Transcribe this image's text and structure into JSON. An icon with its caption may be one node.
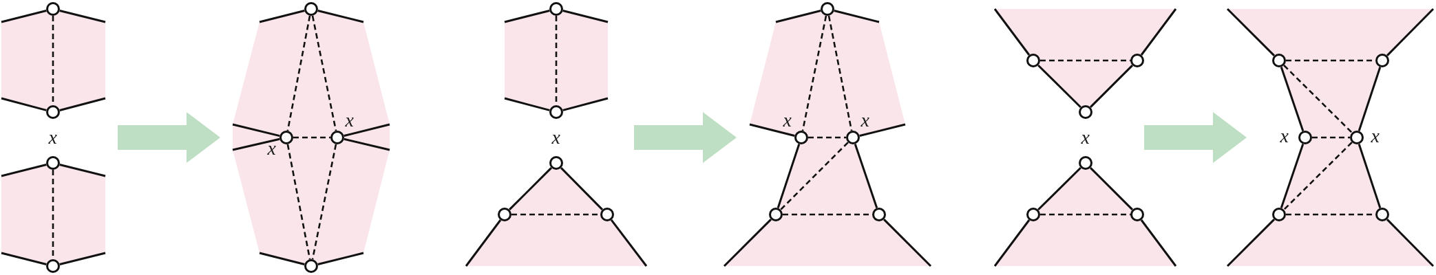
{
  "diagram": {
    "nodes": [
      {
        "text": [],
        "shape": "polygon"
      },
      {
        "text": [],
        "shape": "circle",
        "in": 0
      },
      {
        "text": [],
        "shape": "circle",
        "in": 0
      },
      {
        "text": [],
        "shape": "polygon"
      },
      {
        "text": [],
        "shape": "circle",
        "in": 3
      },
      {
        "text": [],
        "shape": "circle",
        "in": 3
      },
      {
        "text": [],
        "shape": "polygon"
      },
      {
        "text": [],
        "shape": "circle",
        "in": 6
      },
      {
        "text": [],
        "shape": "circle",
        "in": 6,
        "beside": [
          "x"
        ]
      },
      {
        "text": [],
        "shape": "circle",
        "in": 6,
        "beside": [
          "x"
        ]
      },
      {
        "text": [],
        "shape": "circle",
        "in": 6
      },
      {
        "text": [],
        "shape": "polygon"
      },
      {
        "text": [],
        "shape": "circle",
        "in": 11
      },
      {
        "text": [],
        "shape": "circle",
        "in": 11
      },
      {
        "text": [],
        "shape": "polygon"
      },
      {
        "text": [],
        "shape": "circle",
        "in": 14
      },
      {
        "text": [],
        "shape": "circle",
        "in": 14
      },
      {
        "text": [],
        "shape": "circle",
        "in": 14
      },
      {
        "text": [],
        "shape": "polygon"
      },
      {
        "text": [],
        "shape": "circle",
        "in": 18
      },
      {
        "text": [],
        "shape": "circle",
        "in": 18,
        "beside": [
          "x"
        ]
      },
      {
        "text": [],
        "shape": "circle",
        "in": 18,
        "beside": [
          "x"
        ]
      },
      {
        "text": [],
        "shape": "circle",
        "in": 18
      },
      {
        "text": [],
        "shape": "circle",
        "in": 18
      },
      {
        "text": [],
        "shape": "polygon"
      },
      {
        "text": [],
        "shape": "circle",
        "in": 24
      },
      {
        "text": [],
        "shape": "circle",
        "in": 24
      },
      {
        "text": [],
        "shape": "circle",
        "in": 24
      },
      {
        "text": [],
        "shape": "polygon"
      },
      {
        "text": [],
        "shape": "circle",
        "in": 28
      },
      {
        "text": [],
        "shape": "circle",
        "in": 28
      },
      {
        "text": [],
        "shape": "circle",
        "in": 28
      },
      {
        "text": [],
        "shape": "polygon"
      },
      {
        "text": [],
        "shape": "circle",
        "in": 32
      },
      {
        "text": [],
        "shape": "circle",
        "in": 32
      },
      {
        "text": [],
        "shape": "circle",
        "in": 32,
        "beside": [
          "x"
        ]
      },
      {
        "text": [],
        "shape": "circle",
        "in": 32,
        "beside": [
          "x"
        ]
      },
      {
        "text": [],
        "shape": "circle",
        "in": 32
      },
      {
        "text": [],
        "shape": "circle",
        "in": 32
      }
    ],
    "edges": [
      {
        "from": 1,
        "to": 0,
        "arrow": "none"
      },
      {
        "from": 1,
        "to": 0,
        "arrow": "none"
      },
      {
        "from": 1,
        "to": 2,
        "arrow": "none",
        "style": "dashed"
      },
      {
        "from": 2,
        "to": 0,
        "arrow": "none"
      },
      {
        "from": 2,
        "to": 0,
        "arrow": "none"
      },
      {
        "from": 4,
        "to": 3,
        "arrow": "none"
      },
      {
        "from": 4,
        "to": 3,
        "arrow": "none"
      },
      {
        "from": 4,
        "to": 5,
        "arrow": "none",
        "style": "dashed"
      },
      {
        "from": 5,
        "to": 3,
        "arrow": "none"
      },
      {
        "from": 5,
        "to": 3,
        "arrow": "none"
      },
      {
        "from": 7,
        "to": 6,
        "arrow": "none"
      },
      {
        "from": 7,
        "to": 6,
        "arrow": "none"
      },
      {
        "from": 7,
        "to": 8,
        "arrow": "none",
        "style": "dashed"
      },
      {
        "from": 7,
        "to": 9,
        "arrow": "none",
        "style": "dashed"
      },
      {
        "from": 8,
        "to": 6,
        "arrow": "none"
      },
      {
        "from": 8,
        "to": 6,
        "arrow": "none"
      },
      {
        "from": 8,
        "to": 9,
        "arrow": "none",
        "style": "dashed"
      },
      {
        "from": 9,
        "to": 6,
        "arrow": "none"
      },
      {
        "from": 9,
        "to": 6,
        "arrow": "none"
      },
      {
        "from": 8,
        "to": 10,
        "arrow": "none",
        "style": "dashed"
      },
      {
        "from": 9,
        "to": 10,
        "arrow": "none",
        "style": "dashed"
      },
      {
        "from": 10,
        "to": 6,
        "arrow": "none"
      },
      {
        "from": 10,
        "to": 6,
        "arrow": "none"
      },
      {
        "from": 12,
        "to": 11,
        "arrow": "none"
      },
      {
        "from": 12,
        "to": 11,
        "arrow": "none"
      },
      {
        "from": 12,
        "to": 13,
        "arrow": "none",
        "style": "dashed"
      },
      {
        "from": 13,
        "to": 11,
        "arrow": "none"
      },
      {
        "from": 13,
        "to": 11,
        "arrow": "none"
      },
      {
        "from": 15,
        "to": 16,
        "arrow": "none"
      },
      {
        "from": 15,
        "to": 17,
        "arrow": "none"
      },
      {
        "from": 16,
        "to": 17,
        "arrow": "none",
        "style": "dashed"
      },
      {
        "from": 16,
        "to": 14,
        "arrow": "none"
      },
      {
        "from": 17,
        "to": 14,
        "arrow": "none"
      },
      {
        "from": 19,
        "to": 18,
        "arrow": "none"
      },
      {
        "from": 19,
        "to": 18,
        "arrow": "none"
      },
      {
        "from": 19,
        "to": 20,
        "arrow": "none",
        "style": "dashed"
      },
      {
        "from": 19,
        "to": 21,
        "arrow": "none",
        "style": "dashed"
      },
      {
        "from": 20,
        "to": 18,
        "arrow": "none"
      },
      {
        "from": 20,
        "to": 21,
        "arrow": "none",
        "style": "dashed"
      },
      {
        "from": 21,
        "to": 18,
        "arrow": "none"
      },
      {
        "from": 20,
        "to": 22,
        "arrow": "none"
      },
      {
        "from": 21,
        "to": 23,
        "arrow": "none"
      },
      {
        "from": 21,
        "to": 22,
        "arrow": "none",
        "style": "dashed"
      },
      {
        "from": 22,
        "to": 23,
        "arrow": "none",
        "style": "dashed"
      },
      {
        "from": 22,
        "to": 18,
        "arrow": "none"
      },
      {
        "from": 23,
        "to": 18,
        "arrow": "none"
      },
      {
        "from": 25,
        "to": 24,
        "arrow": "none"
      },
      {
        "from": 26,
        "to": 24,
        "arrow": "none"
      },
      {
        "from": 25,
        "to": 26,
        "arrow": "none",
        "style": "dashed"
      },
      {
        "from": 25,
        "to": 27,
        "arrow": "none"
      },
      {
        "from": 26,
        "to": 27,
        "arrow": "none"
      },
      {
        "from": 29,
        "to": 30,
        "arrow": "none"
      },
      {
        "from": 29,
        "to": 31,
        "arrow": "none"
      },
      {
        "from": 30,
        "to": 31,
        "arrow": "none",
        "style": "dashed"
      },
      {
        "from": 30,
        "to": 28,
        "arrow": "none"
      },
      {
        "from": 31,
        "to": 28,
        "arrow": "none"
      },
      {
        "from": 33,
        "to": 32,
        "arrow": "none"
      },
      {
        "from": 34,
        "to": 32,
        "arrow": "none"
      },
      {
        "from": 33,
        "to": 34,
        "arrow": "none",
        "style": "dashed"
      },
      {
        "from": 33,
        "to": 35,
        "arrow": "none"
      },
      {
        "from": 33,
        "to": 36,
        "arrow": "none",
        "style": "dashed"
      },
      {
        "from": 34,
        "to": 36,
        "arrow": "none"
      },
      {
        "from": 35,
        "to": 36,
        "arrow": "none",
        "style": "dashed"
      },
      {
        "from": 35,
        "to": 37,
        "arrow": "none"
      },
      {
        "from": 36,
        "to": 38,
        "arrow": "none"
      },
      {
        "from": 36,
        "to": 37,
        "arrow": "none",
        "style": "dashed"
      },
      {
        "from": 37,
        "to": 38,
        "arrow": "none",
        "style": "dashed"
      },
      {
        "from": 37,
        "to": 32,
        "arrow": "none"
      },
      {
        "from": 38,
        "to": 32,
        "arrow": "none"
      }
    ],
    "labels": [
      "x",
      "x",
      "x"
    ]
  }
}
